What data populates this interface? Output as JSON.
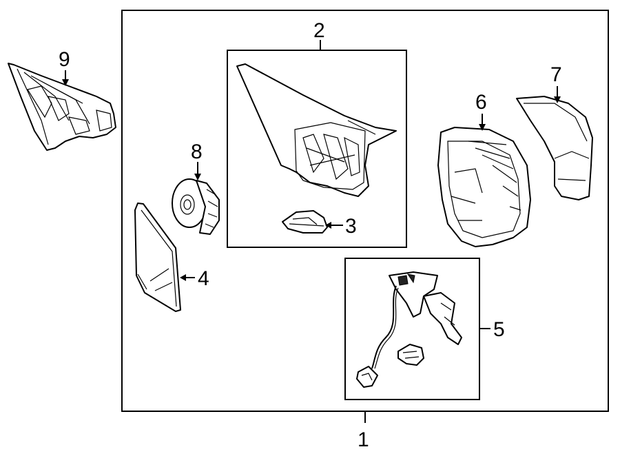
{
  "callouts": {
    "c1": "1",
    "c2": "2",
    "c3": "3",
    "c4": "4",
    "c5": "5",
    "c6": "6",
    "c7": "7",
    "c8": "8",
    "c9": "9"
  },
  "parts": [
    {
      "callout": "1",
      "icon": "mirror-assembly-frame-icon"
    },
    {
      "callout": "2",
      "icon": "mirror-base-housing-icon"
    },
    {
      "callout": "3",
      "icon": "base-cover-icon"
    },
    {
      "callout": "4",
      "icon": "mirror-glass-icon"
    },
    {
      "callout": "5",
      "icon": "wiring-harness-icon"
    },
    {
      "callout": "6",
      "icon": "mirror-housing-icon"
    },
    {
      "callout": "7",
      "icon": "mirror-cover-cap-icon"
    },
    {
      "callout": "8",
      "icon": "mirror-motor-icon"
    },
    {
      "callout": "9",
      "icon": "door-mirror-bracket-icon"
    }
  ]
}
